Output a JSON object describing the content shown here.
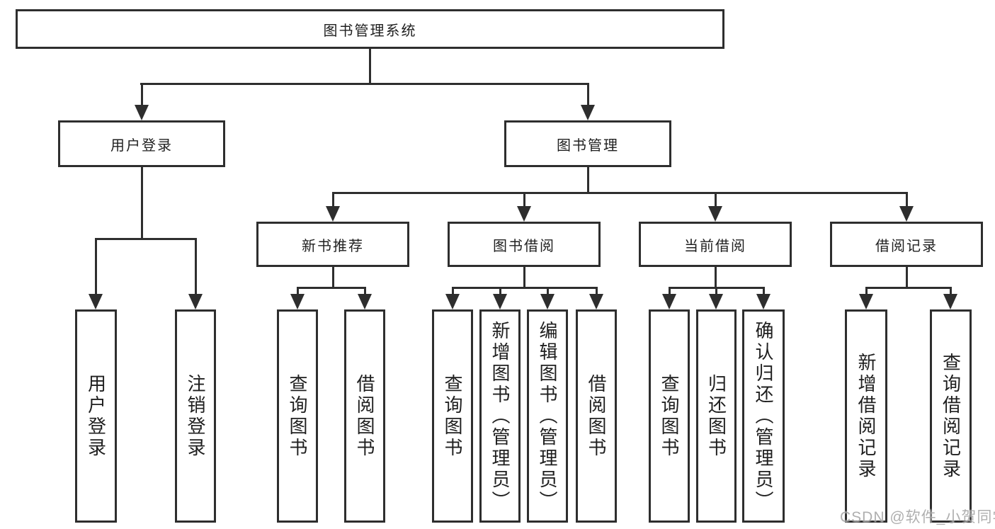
{
  "diagram_type": "hierarchy-tree",
  "colors": {
    "line": "#2e2e2e",
    "box_border": "#2e2e2e",
    "background": "#ffffff",
    "text": "#1f1f1f",
    "watermark": "#999999"
  },
  "watermark": "CSDN @软件_小贺同学",
  "tree": {
    "root": {
      "label": "图书管理系统",
      "children": [
        {
          "label": "用户登录",
          "children": [
            {
              "label": "用户登录"
            },
            {
              "label": "注销登录"
            }
          ]
        },
        {
          "label": "图书管理",
          "children": [
            {
              "label": "新书推荐",
              "children": [
                {
                  "label": "查询图书"
                },
                {
                  "label": "借阅图书"
                }
              ]
            },
            {
              "label": "图书借阅",
              "children": [
                {
                  "label": "查询图书"
                },
                {
                  "label": "新增图书（管理员）"
                },
                {
                  "label": "编辑图书（管理员）"
                },
                {
                  "label": "借阅图书"
                }
              ]
            },
            {
              "label": "当前借阅",
              "children": [
                {
                  "label": "查询图书"
                },
                {
                  "label": "归还图书"
                },
                {
                  "label": "确认归还（管理员）"
                }
              ]
            },
            {
              "label": "借阅记录",
              "children": [
                {
                  "label": "新增借阅记录"
                },
                {
                  "label": "查询借阅记录"
                }
              ]
            }
          ]
        }
      ]
    }
  }
}
